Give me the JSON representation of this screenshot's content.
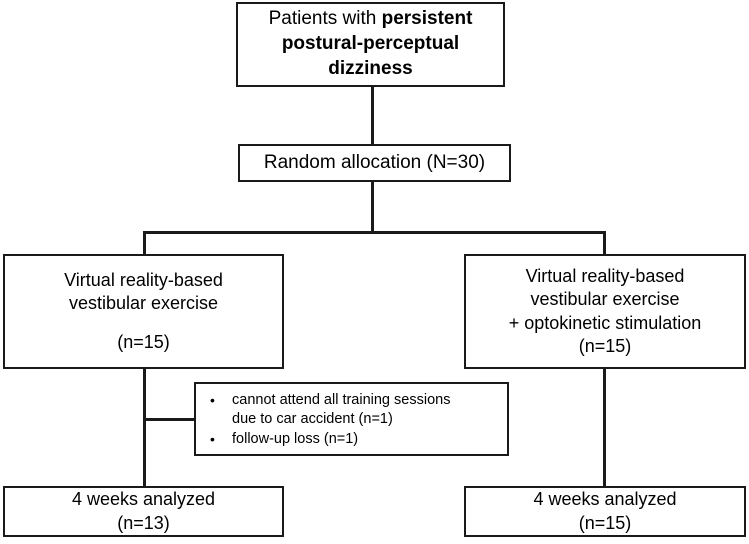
{
  "diagram": {
    "title": "CONSORT participant flow diagram",
    "line_color": "#1a1a1a",
    "box_border_color": "#1a1a1a",
    "background_color": "#ffffff"
  },
  "nodes": {
    "title_box": {
      "line1_plain": "Patients with ",
      "line1_bold": "persistent",
      "line2_bold": "postural-perceptual",
      "line3_bold": "dizziness"
    },
    "allocation_box": {
      "label": "Random allocation (N=30)"
    },
    "arm_left": {
      "line1": "Virtual reality-based",
      "line2": "vestibular exercise",
      "count": "(n=15)"
    },
    "arm_right": {
      "line1": "Virtual reality-based",
      "line2": "vestibular exercise",
      "line3": "+ optokinetic stimulation",
      "count": "(n=15)"
    },
    "dropouts_box": {
      "bullet_marker": "•",
      "items": [
        {
          "line1": "cannot attend all training sessions",
          "line2": "due to car accident (n=1)"
        },
        {
          "line1": "follow-up loss (n=1)",
          "line2": ""
        }
      ]
    },
    "result_left": {
      "label": "4 weeks analyzed",
      "count": "(n=13)"
    },
    "result_right": {
      "label": "4 weeks analyzed",
      "count": "(n=15)"
    }
  }
}
